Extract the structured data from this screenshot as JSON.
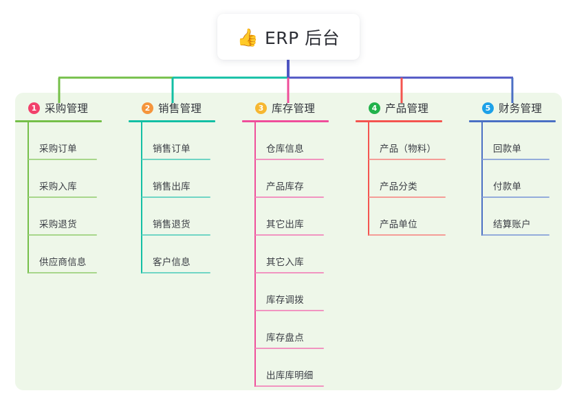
{
  "root": {
    "icon": "thumbs-up-icon",
    "icon_glyph": "👍",
    "label": "ERP 后台"
  },
  "palette": {
    "panel_bg": "#eef7e9",
    "page_bg": "#ffffff",
    "root_stem": "#4f56c4",
    "bus_green": "#74bf48",
    "bus_teal": "#12bfa4",
    "bus_blue": "#4f56c4"
  },
  "columns": [
    {
      "number": "1",
      "title": "采购管理",
      "badge_color": "#f2416b",
      "line_color": "#74bf48",
      "leaf_line_color": "#a7d68a",
      "drop_color": "#74bf48",
      "leaves": [
        "采购订单",
        "采购入库",
        "采购退货",
        "供应商信息"
      ]
    },
    {
      "number": "2",
      "title": "销售管理",
      "badge_color": "#f5953c",
      "line_color": "#12bfa4",
      "leaf_line_color": "#6fd5c4",
      "drop_color": "#12bfa4",
      "leaves": [
        "销售订单",
        "销售出库",
        "销售退货",
        "客户信息"
      ]
    },
    {
      "number": "3",
      "title": "库存管理",
      "badge_color": "#f6b731",
      "line_color": "#ef4d9a",
      "leaf_line_color": "#f193c0",
      "drop_color": "#ef4d9a",
      "leaves": [
        "仓库信息",
        "产品库存",
        "其它出库",
        "其它入库",
        "库存调拨",
        "库存盘点",
        "出库库明细"
      ]
    },
    {
      "number": "4",
      "title": "产品管理",
      "badge_color": "#21b24b",
      "line_color": "#f4544f",
      "leaf_line_color": "#f59c96",
      "drop_color": "#f4544f",
      "leaves": [
        "产品（物料）",
        "产品分类",
        "产品单位"
      ]
    },
    {
      "number": "5",
      "title": "财务管理",
      "badge_color": "#1da1e8",
      "line_color": "#4a6fc4",
      "leaf_line_color": "#93abdb",
      "drop_color": "#4a6fc4",
      "leaves": [
        "回款单",
        "付款单",
        "结算账户"
      ]
    }
  ]
}
